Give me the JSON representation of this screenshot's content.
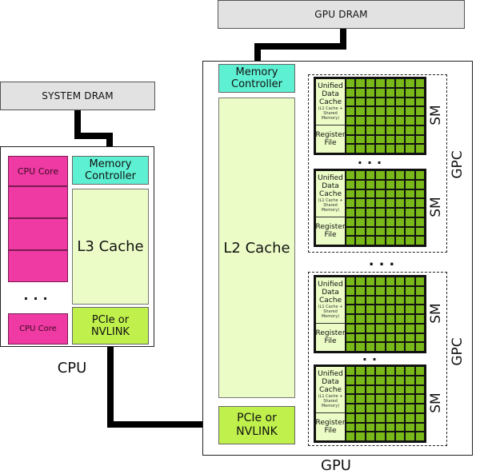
{
  "system_dram": {
    "label": "SYSTEM DRAM"
  },
  "gpu_dram": {
    "label": "GPU DRAM"
  },
  "cpu": {
    "label": "CPU",
    "cores": [
      {
        "label": "CPU Core"
      },
      {
        "label": ""
      },
      {
        "label": ""
      },
      {
        "label": ""
      }
    ],
    "ellipsis": "...",
    "last_core": {
      "label": "CPU Core"
    },
    "memory_controller": "Memory Controller",
    "memory_controller_lines": [
      "Memory",
      "Controller"
    ],
    "l3_cache": "L3 Cache",
    "interconnect_lines": [
      "PCIe or",
      "NVLINK"
    ]
  },
  "gpu": {
    "label": "GPU",
    "memory_controller_lines": [
      "Memory",
      "Controller"
    ],
    "l2_cache": "L2 Cache",
    "interconnect_lines": [
      "PCIe or",
      "NVLINK"
    ],
    "gpc_separator": "...",
    "gpcs": [
      {
        "label": "GPC",
        "sm_separator": "...",
        "sms": [
          {
            "label": "SM",
            "cache_lines": [
              "Unified",
              "Data",
              "Cache"
            ],
            "cache_note_lines": [
              "(L1 Cache +",
              "Shared",
              "Memory)"
            ],
            "register_lines": [
              "Register",
              "File"
            ]
          },
          {
            "label": "SM",
            "cache_lines": [
              "Unified",
              "Data",
              "Cache"
            ],
            "cache_note_lines": [
              "(L1 Cache +",
              "Shared",
              "Memory)"
            ],
            "register_lines": [
              "Register",
              "File"
            ]
          }
        ]
      },
      {
        "label": "GPC",
        "sm_separator": "..",
        "sms": [
          {
            "label": "SM",
            "cache_lines": [
              "Unified",
              "Data",
              "Cache"
            ],
            "cache_note_lines": [
              "(L1 Cache +",
              "Shared",
              "Memory)"
            ],
            "register_lines": [
              "Register",
              "File"
            ]
          },
          {
            "label": "SM",
            "cache_lines": [
              "Unified",
              "Data",
              "Cache"
            ],
            "cache_note_lines": [
              "(L1 Cache +",
              "Shared",
              "Memory)"
            ],
            "register_lines": [
              "Register",
              "File"
            ]
          }
        ]
      }
    ]
  },
  "colors": {
    "dram": "#e2e2e2",
    "memory_controller": "#5ef0d2",
    "cache": "#ebfcc6",
    "interconnect": "#bff04c",
    "cpu_core": "#ee3aa2",
    "sm_core": "#78b818"
  }
}
